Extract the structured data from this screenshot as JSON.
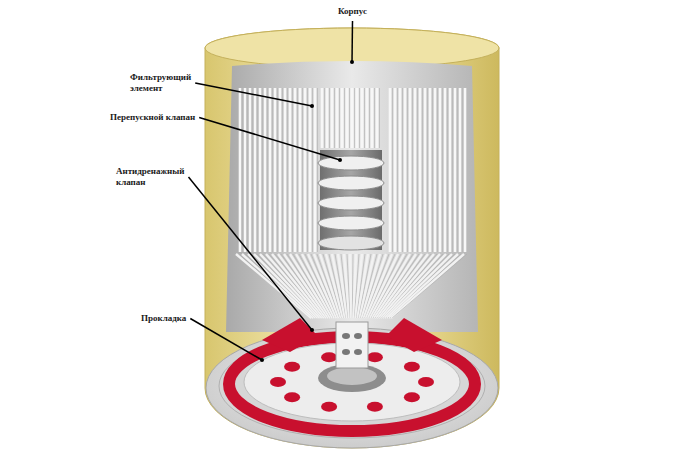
{
  "diagram": {
    "labels": [
      "Корпус",
      "Фильтрующий элемент",
      "Перепускной клапан",
      "Антидренажный клапан",
      "Прокладка"
    ]
  }
}
